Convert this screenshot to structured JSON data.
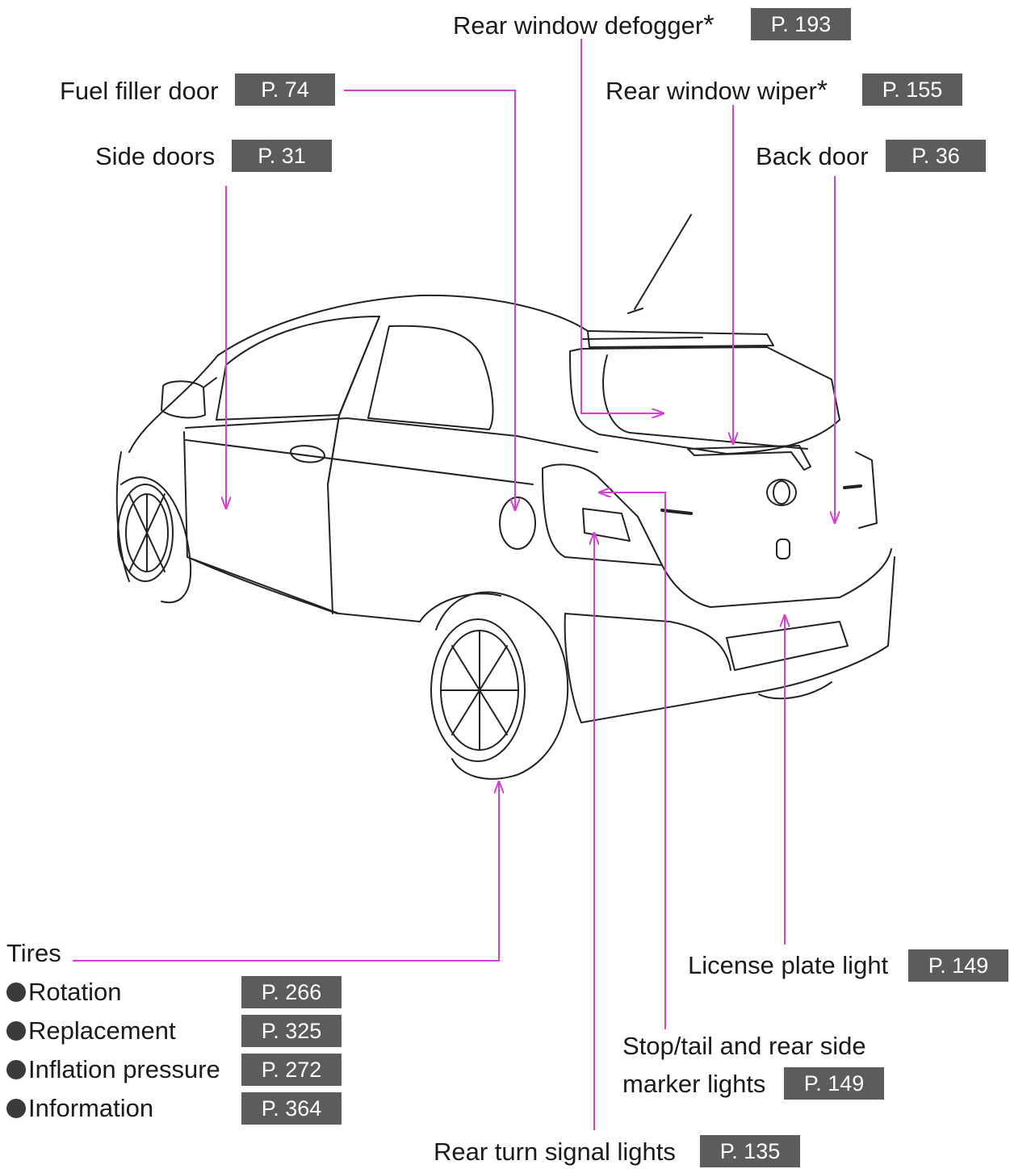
{
  "callouts": {
    "rear_window_defogger": {
      "label": "Rear window defogger",
      "asterisk": "*",
      "page": "P. 193"
    },
    "fuel_filler_door": {
      "label": "Fuel filler door",
      "page": "P. 74"
    },
    "rear_window_wiper": {
      "label": "Rear window wiper",
      "asterisk": "*",
      "page": "P. 155"
    },
    "side_doors": {
      "label": "Side doors",
      "page": "P. 31"
    },
    "back_door": {
      "label": "Back door",
      "page": "P. 36"
    },
    "license_plate_light": {
      "label": "License plate light",
      "page": "P. 149"
    },
    "stop_tail": {
      "label_line1": "Stop/tail and rear side",
      "label_line2": "marker lights",
      "page": "P. 149"
    },
    "rear_turn_signal": {
      "label": "Rear turn signal lights",
      "page": "P. 135"
    }
  },
  "tires": {
    "label": "Tires",
    "items": [
      {
        "label": "Rotation",
        "page": "P. 266"
      },
      {
        "label": "Replacement",
        "page": "P. 325"
      },
      {
        "label": "Inflation pressure",
        "page": "P. 272"
      },
      {
        "label": "Information",
        "page": "P. 364"
      }
    ]
  },
  "colors": {
    "leader": "#d63fd6",
    "badge": "#5c5c5c",
    "outline": "#222222"
  },
  "icons": {
    "bullet": "filled-circle-bullet",
    "vehicle": "hatchback-rear-view-illustration"
  }
}
